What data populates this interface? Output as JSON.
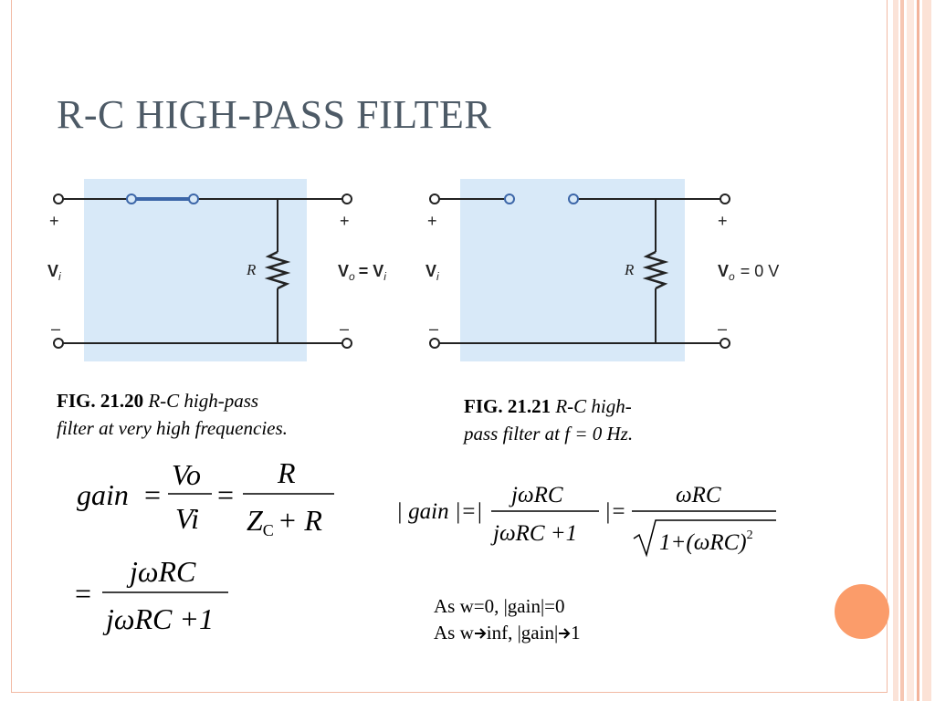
{
  "slide": {
    "title": "R-C HIGH-PASS FILTER"
  },
  "figure_left": {
    "plus_in": "+",
    "plus_out": "+",
    "minus_in": "–",
    "minus_out": "–",
    "input_label": "V",
    "input_sub": "i",
    "resistor_label": "R",
    "output_label": "V",
    "output_sub": "o",
    "output_eq": "= V",
    "output_eq_sub": "i"
  },
  "figure_right": {
    "plus_in": "+",
    "plus_out": "+",
    "minus_in": "–",
    "minus_out": "–",
    "input_label": "V",
    "input_sub": "i",
    "resistor_label": "R",
    "output_label": "V",
    "output_sub": "o",
    "output_eq": "= 0 V"
  },
  "caption_left": {
    "fig_num": "FIG. 21.20",
    "line1": "R-C high-pass",
    "line2": "filter at very high frequencies."
  },
  "caption_right": {
    "fig_num": "FIG. 21.21",
    "line1": "R-C high-",
    "line2": "pass filter at f = 0 Hz."
  },
  "equation_left": {
    "lhs": "gain",
    "eq": "=",
    "frac1_num": "Vo",
    "frac1_den": "Vi",
    "frac2_num": "R",
    "frac2_den_main": "Z",
    "frac2_den_sub": "C",
    "frac2_den_tail": "+ R",
    "frac3_num": "jωRC",
    "frac3_den": "jωRC +1"
  },
  "equation_right": {
    "lhs": "| gain |=|",
    "frac1_num": "jωRC",
    "frac1_den": "jωRC +1",
    "mid": "|=",
    "frac2_num": "ωRC",
    "sqrt_body": "1+(ωRC)",
    "sqrt_exp": "2"
  },
  "notes": {
    "line1": "As w=0, |gain|=0",
    "line2_a": "As w",
    "line2_b": "inf, |gain|",
    "line2_c": "1"
  },
  "colors": {
    "title": "#4d5a66",
    "shading": "#d8e9f8",
    "frame": "#f2b9a3",
    "accent_circle": "#fb9c6a",
    "wire": "#222222",
    "switch": "#3c66a8"
  }
}
